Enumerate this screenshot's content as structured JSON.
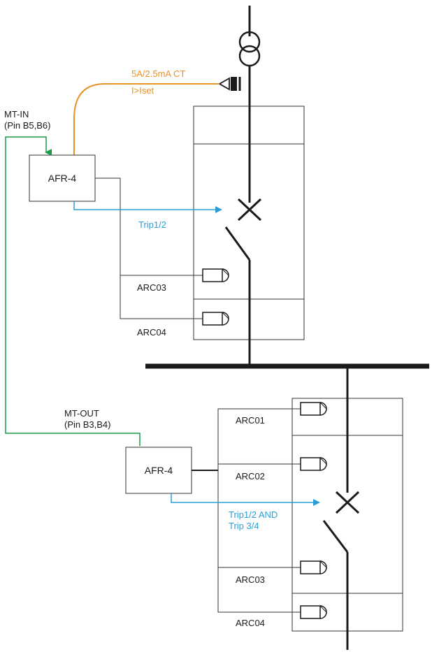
{
  "colors": {
    "line": "#1a1a1a",
    "thin": "#333333",
    "blue": "#2a9fd6",
    "orange": "#e8922a",
    "green": "#1a9a4a"
  },
  "ct": {
    "label_line1": "5A/2.5mA CT",
    "label_line2": "I>Iset"
  },
  "top": {
    "mt_label_line1": "MT-IN",
    "mt_label_line2": "(Pin B5,B6)",
    "relay_label": "AFR-4",
    "trip_label": "Trip1/2",
    "sensors": [
      "ARC03",
      "ARC04"
    ]
  },
  "bottom": {
    "mt_label_line1": "MT-OUT",
    "mt_label_line2": "(Pin B3,B4)",
    "relay_label": "AFR-4",
    "trip_label_line1": "Trip1/2 AND",
    "trip_label_line2": "Trip 3/4",
    "sensors": [
      "ARC01",
      "ARC02",
      "ARC03",
      "ARC04"
    ]
  }
}
